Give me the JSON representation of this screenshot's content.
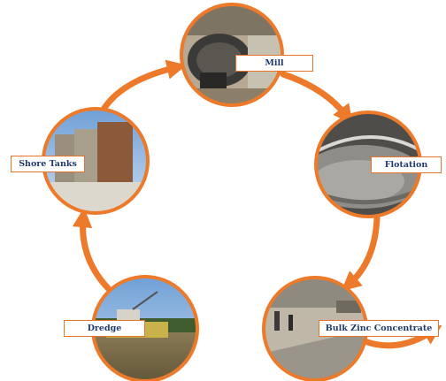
{
  "colors": {
    "arrow": "#ec7a2a",
    "ring": "#ec7a2a",
    "label_text": "#1f3b6e",
    "label_border": "#e8742a"
  },
  "stages": [
    {
      "id": "mill",
      "label": "Mill",
      "photo": "ball-mill-photo"
    },
    {
      "id": "flotation",
      "label": "Flotation",
      "photo": "flotation-cells-photo"
    },
    {
      "id": "bulk",
      "label": "Bulk Zinc Concentrate",
      "photo": "concentrate-stockpile-photo"
    },
    {
      "id": "dredge",
      "label": "Dredge",
      "photo": "dredge-barge-photo"
    },
    {
      "id": "shore",
      "label": "Shore Tanks",
      "photo": "storage-tanks-photo"
    }
  ]
}
